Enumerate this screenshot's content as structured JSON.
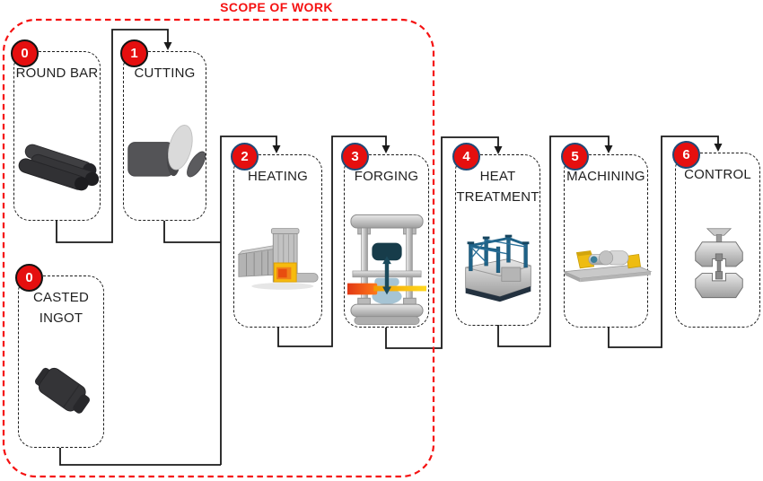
{
  "diagram": {
    "title": "SCOPE OF WORK",
    "scope_boundary": {
      "label": "SCOPE OF WORK",
      "contains": [
        "round-bar",
        "cutting",
        "casted-ingot",
        "heating",
        "forging"
      ],
      "color": "#f51212"
    },
    "nodes": [
      {
        "id": "round-bar",
        "step": "0",
        "label": "ROUND BAR",
        "illustration": "round-bars-3d"
      },
      {
        "id": "cutting",
        "step": "1",
        "label": "CUTTING",
        "illustration": "cut-billet-3d"
      },
      {
        "id": "casted-ingot",
        "step": "0",
        "label": "CASTED INGOT",
        "illustration": "casted-ingot-3d"
      },
      {
        "id": "heating",
        "step": "2",
        "label": "HEATING",
        "illustration": "induction-heater-3d"
      },
      {
        "id": "forging",
        "step": "3",
        "label": "FORGING",
        "illustration": "forging-press-3d"
      },
      {
        "id": "heat-treatment",
        "step": "4",
        "label": "HEAT TREATMENT",
        "illustration": "quench-furnace-3d"
      },
      {
        "id": "machining",
        "step": "5",
        "label": "MACHINING",
        "illustration": "lathe-3d"
      },
      {
        "id": "control",
        "step": "6",
        "label": "CONTROL",
        "illustration": "tensile-test-grips-3d"
      }
    ],
    "edges": [
      {
        "from": "round-bar",
        "to": "cutting"
      },
      {
        "from": "cutting",
        "to": "heating"
      },
      {
        "from": "casted-ingot",
        "to": "heating"
      },
      {
        "from": "heating",
        "to": "forging"
      },
      {
        "from": "forging",
        "to": "heat-treatment"
      },
      {
        "from": "heat-treatment",
        "to": "machining"
      },
      {
        "from": "machining",
        "to": "control"
      }
    ],
    "colors": {
      "scope_red": "#f51212",
      "badge_fill": "#e50f0f",
      "badge_border_input": "#141414",
      "badge_border_process": "#1f4a77",
      "badge_text": "#ffffff",
      "connector": "#1a1a1a",
      "box_border": "#1c1c1c",
      "label_text": "#1f1f1f"
    }
  }
}
